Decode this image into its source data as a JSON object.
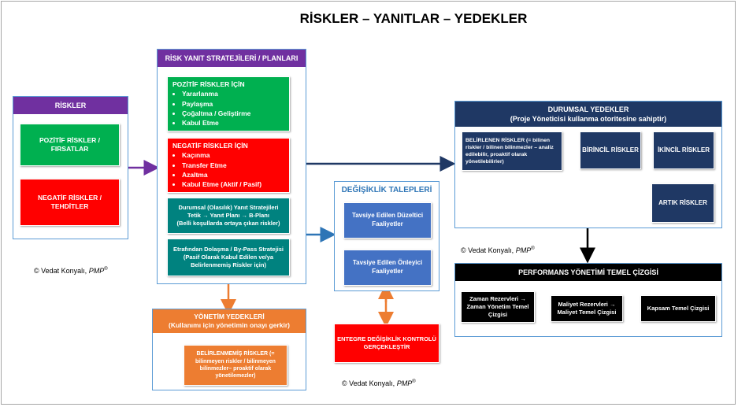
{
  "title": "RİSKLER – YANITLAR – YEDEKLER",
  "riskler": {
    "header": "RİSKLER",
    "positive": "POZİTİF RİSKLER / FIRSATLAR",
    "negative": "NEGATİF RİSKLER / TEHDİTLER"
  },
  "strategies": {
    "header": "RİSK YANIT STRATEJİLERİ / PLANLARI",
    "positive_title": "POZİTİF RİSKLER İÇİN",
    "positive_items": [
      "Yararlanma",
      "Paylaşma",
      "Çoğaltma / Geliştirme",
      "Kabul Etme"
    ],
    "negative_title": "NEGATİF RİSKLER İÇİN",
    "negative_items": [
      "Kaçınma",
      "Transfer Etme",
      "Azaltma",
      "Kabul Etme (Aktif / Pasif)"
    ],
    "contingent_line1": "Durumsal (Olasılık) Yanıt Stratejileri",
    "contingent_line2": "Tetik → Yanıt Planı → B-Planı",
    "contingent_line3": "(Belli koşullarda ortaya çıkan riskler)",
    "workaround_line1": "Etrafından Dolaşma / By-Pass Stratejisi",
    "workaround_line2": "(Pasif Olarak Kabul Edilen ve/ya Belirlenmemiş Riskler için)"
  },
  "change_requests": {
    "header": "DEĞİŞİKLİK TALEPLERİ",
    "corrective": "Tavsiye Edilen Düzeltici Faaliyetler",
    "preventive": "Tavsiye Edilen Önleyici Faaliyetler"
  },
  "integrated_change": "ENTEGRE DEĞİŞİKLİK KONTROLÜ GERÇEKLEŞTİR",
  "management_reserves": {
    "header_line1": "YÖNETİM YEDEKLERİ",
    "header_line2": "(Kullanımı için yönetimin onayı gerkir)",
    "unknown": "BELİRLENMEMİŞ RİSKLER (= bilinmeyen riskler / bilinmeyen bilinmezler– proaktif olarak yönetilemezler)"
  },
  "contingency_reserves": {
    "header_line1": "DURUMSAL YEDEKLER",
    "header_line2": "(Proje Yöneticisi kullanma otoritesine sahiptir)",
    "identified": "BELİRLENEN RİSKLER (= bilinen riskler / bilinen bilinmezler – analiz edilebilir, proaktif olarak yönetilebilirler)",
    "primary": "BİRİNCİL RİSKLER",
    "secondary": "İKİNCİL RİSKLER",
    "residual": "ARTIK RİSKLER"
  },
  "baseline": {
    "header": "PERFORMANS YÖNETİMİ TEMEL ÇİZGİSİ",
    "schedule": "Zaman Rezervleri → Zaman Yönetim Temel Çizgisi",
    "cost": "Maliyet Rezervleri → Maliyet Temel Çizgisi",
    "scope": "Kapsam Temel Çizgisi"
  },
  "copyright": {
    "prefix": "© Vedat Konyalı,",
    "title": "PMP",
    "mark": "®"
  },
  "colors": {
    "green": "#00b050",
    "red": "#ff0000",
    "teal": "#00827f",
    "blue": "#4472c4",
    "navy": "#1f3864",
    "orange": "#ed7d31",
    "purple": "#7030a0",
    "black": "#000000"
  }
}
